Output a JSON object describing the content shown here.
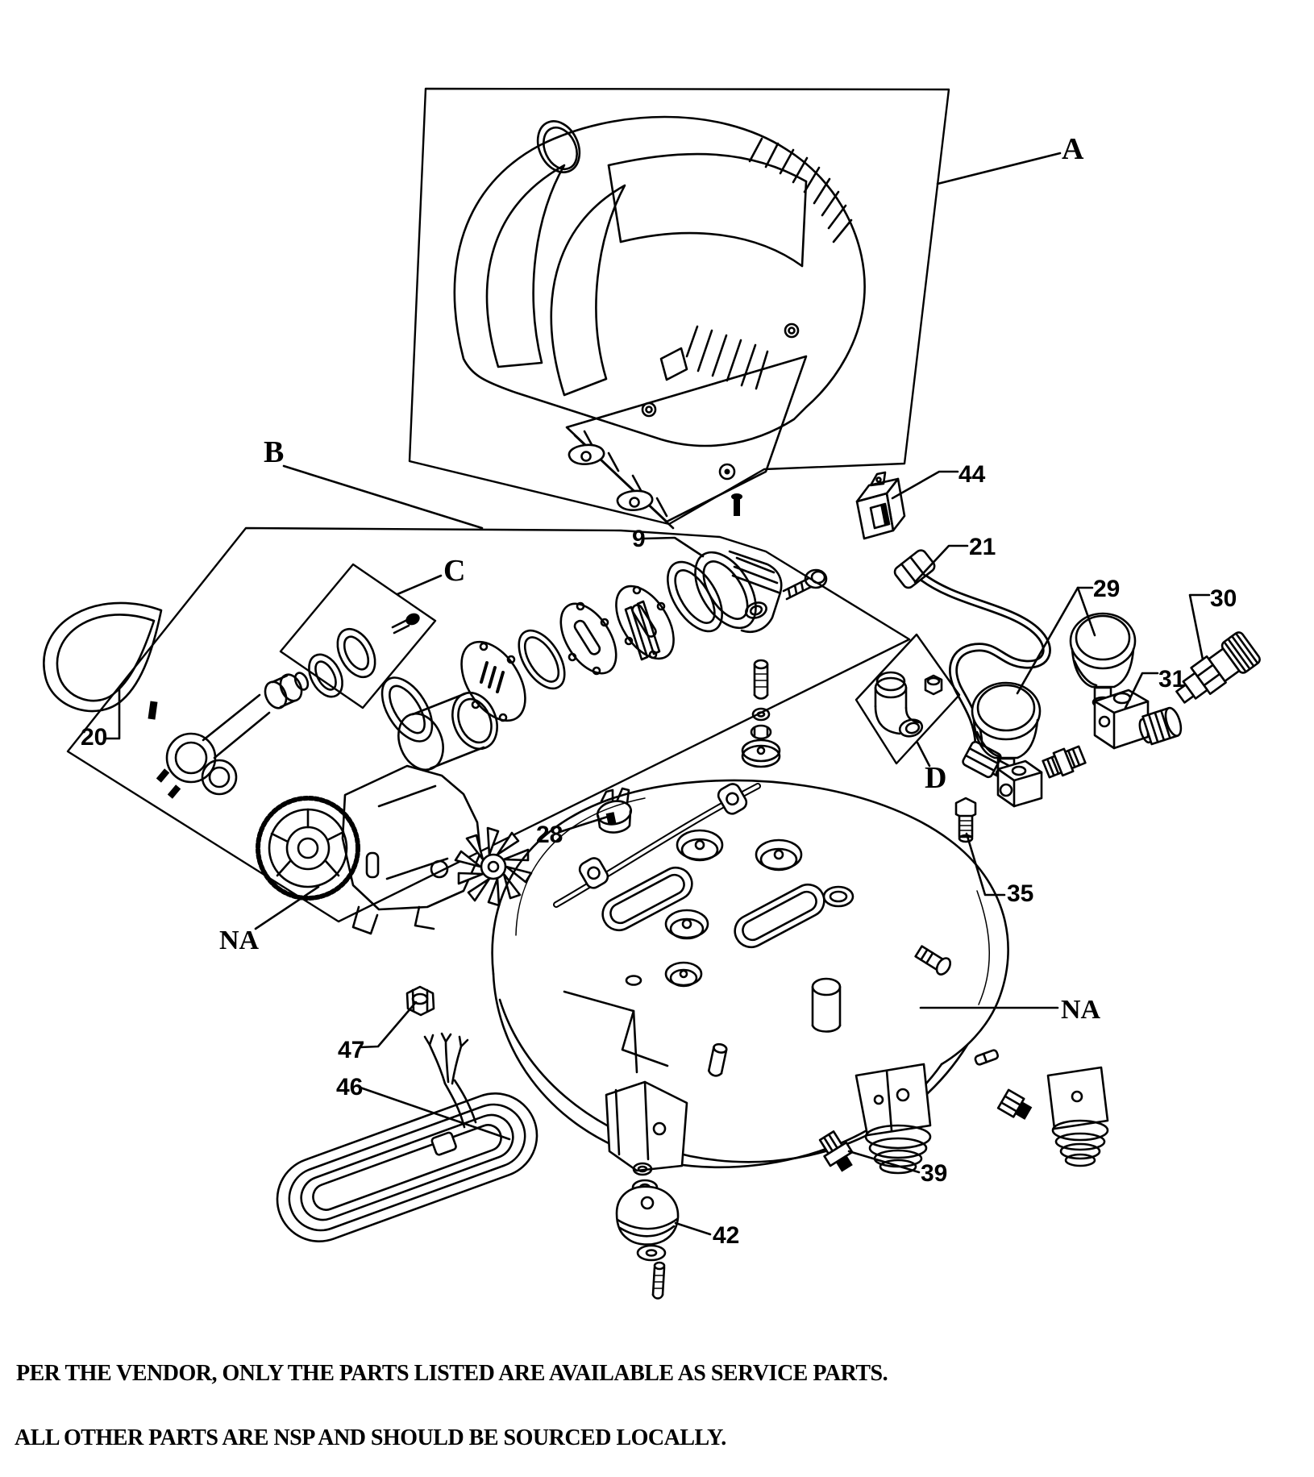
{
  "diagram": {
    "background": "#ffffff",
    "ink": "#000000",
    "callouts": {
      "A": "A",
      "B": "B",
      "C": "C",
      "D": "D",
      "na_motor": "NA",
      "na_tank": "NA",
      "9": "9",
      "20": "20",
      "21": "21",
      "28": "28",
      "29": "29",
      "30": "30",
      "31": "31",
      "35": "35",
      "39": "39",
      "42": "42",
      "44": "44",
      "46": "46",
      "47": "47"
    },
    "footer": {
      "line1": "PER THE VENDOR, ONLY THE PARTS LISTED ARE AVAILABLE AS SERVICE PARTS.",
      "line2": "ALL OTHER PARTS ARE NSP AND SHOULD BE SOURCED LOCALLY."
    }
  }
}
